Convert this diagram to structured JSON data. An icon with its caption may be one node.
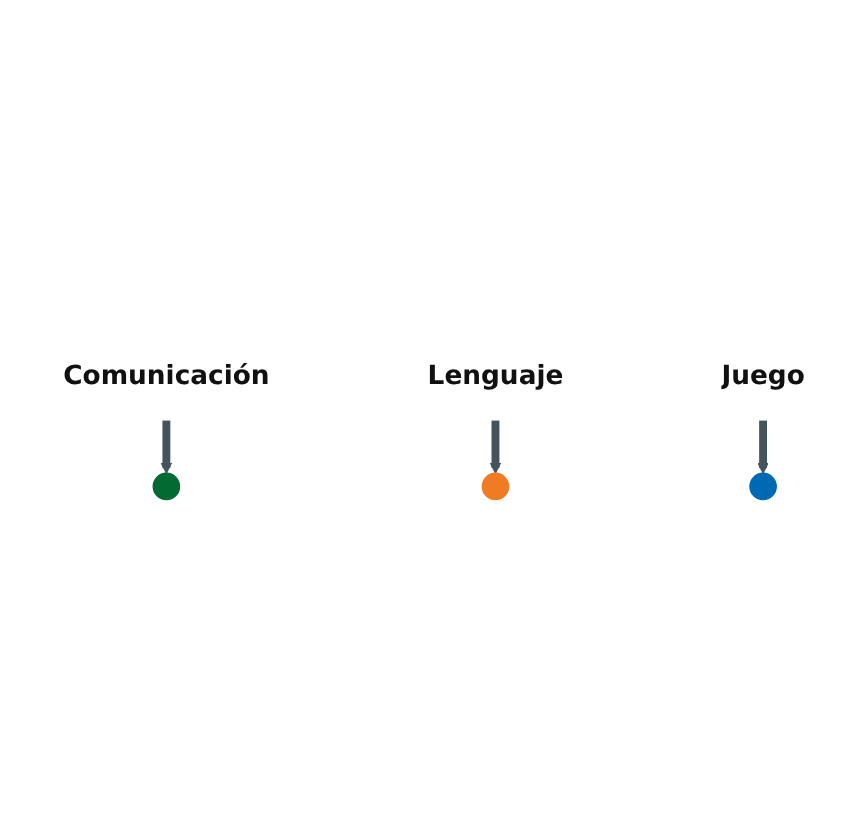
{
  "diagram": {
    "nodes": [
      {
        "text": [
          "Comunicación"
        ]
      },
      {
        "text": [],
        "shape": "circle"
      },
      {
        "text": [],
        "shape": "circle"
      },
      {
        "text": [],
        "shape": "circle"
      },
      {
        "text": [
          "Lenguaje"
        ]
      },
      {
        "text": [
          "Juego"
        ]
      }
    ],
    "edges": [
      {
        "from": 0,
        "to": 1,
        "arrow": "to"
      },
      {
        "from": 4,
        "to": 2,
        "arrow": "to"
      },
      {
        "from": 5,
        "to": 3,
        "arrow": "to"
      }
    ]
  }
}
